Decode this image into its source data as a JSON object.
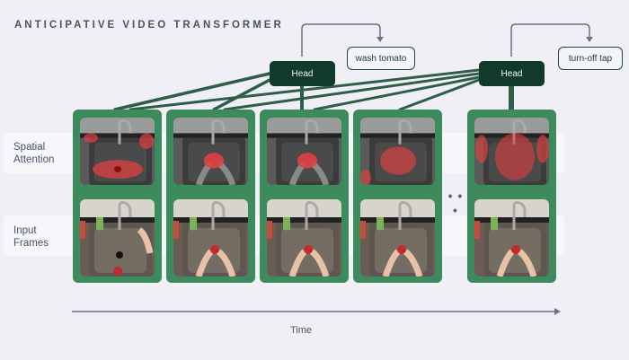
{
  "title": "ANTICIPATIVE VIDEO TRANSFORMER",
  "rows": [
    {
      "label_line1": "Spatial",
      "label_line2": "Attention"
    },
    {
      "label_line1": "Input",
      "label_line2": "Frames"
    }
  ],
  "heads": [
    {
      "label": "Head",
      "prediction": "wash tomato",
      "connects_to_frames": [
        1,
        2,
        3
      ]
    },
    {
      "label": "Head",
      "prediction": "turn-off tap",
      "connects_to_frames": [
        1,
        2,
        3,
        4,
        5
      ]
    }
  ],
  "frames": [
    {
      "index": 1,
      "content": "sink with tap, hand reaching tap",
      "attention": "sink and drain"
    },
    {
      "index": 2,
      "content": "hands holding tomato under tap",
      "attention": "tomato"
    },
    {
      "index": 3,
      "content": "hands washing tomato under tap",
      "attention": "tomato"
    },
    {
      "index": 4,
      "content": "hands washing tomato",
      "attention": "hands and tomato"
    },
    {
      "index": 5,
      "content": "hands under running tap",
      "attention": "tap and hands"
    }
  ],
  "ellipsis": "• • •",
  "axis": {
    "label": "Time"
  },
  "colors": {
    "background": "#efeff5",
    "frame_column": "#3d8b5c",
    "head": "#123a2a",
    "connector": "#2f5e48",
    "arrow": "#6b7289",
    "attention": "#e04040"
  }
}
